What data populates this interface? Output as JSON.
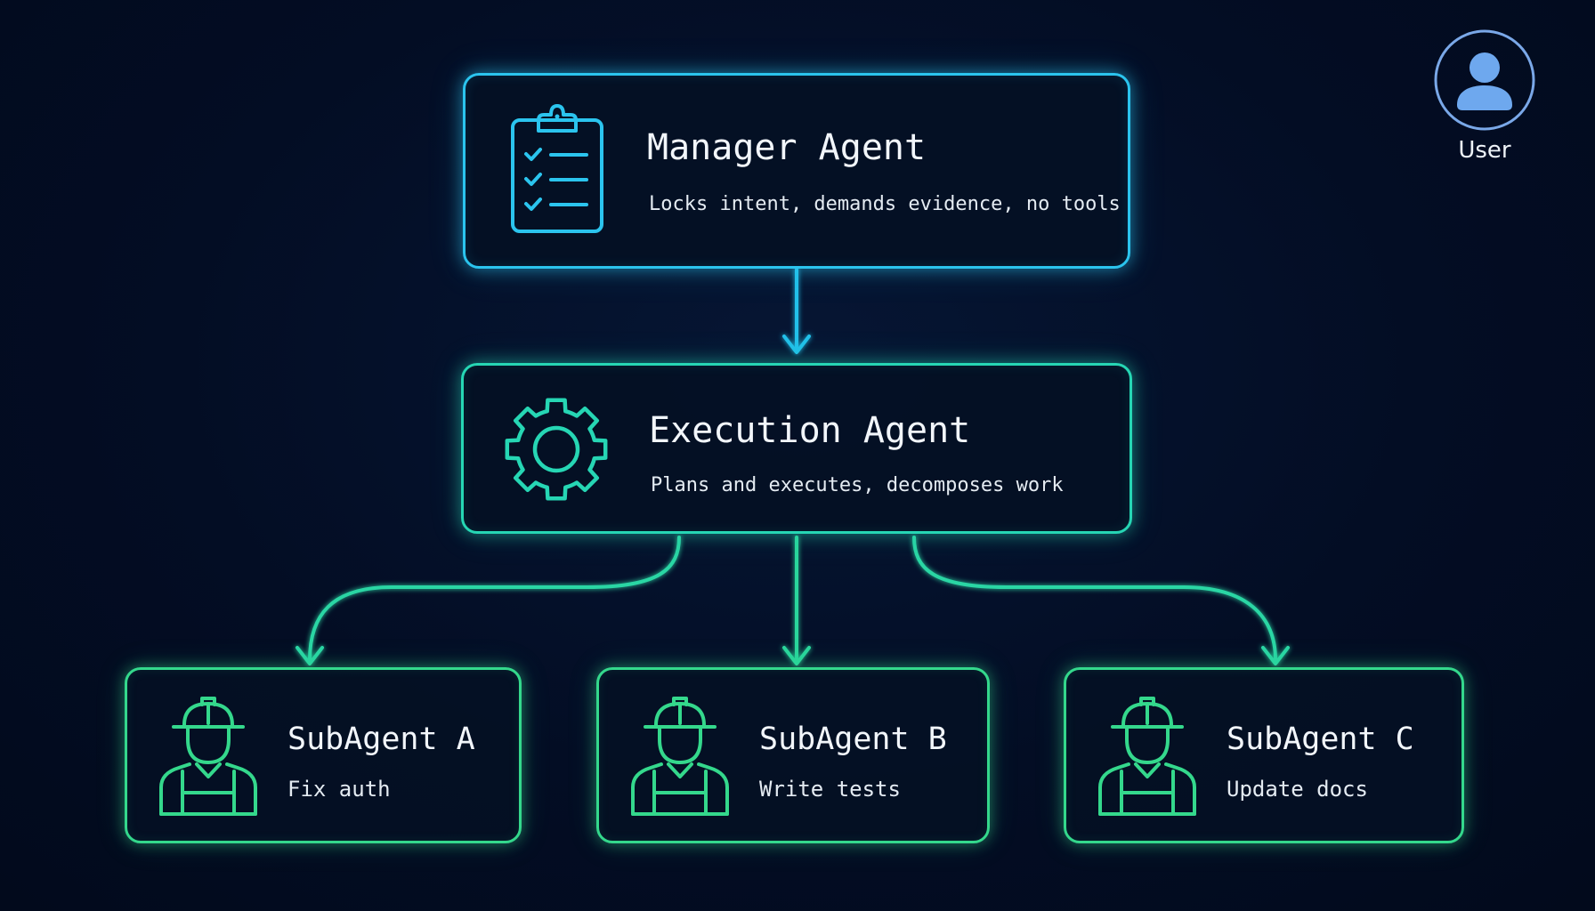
{
  "colors": {
    "background": "#030d24",
    "manager_accent": "#2bc4ee",
    "execution_accent": "#26d6b4",
    "subagent_accent": "#34d88c",
    "user_accent": "#6ea8ee"
  },
  "user": {
    "label": "User",
    "icon": "user-avatar-icon"
  },
  "manager": {
    "title": "Manager Agent",
    "description": "Locks intent, demands evidence, no tools",
    "icon": "clipboard-checklist-icon"
  },
  "execution": {
    "title": "Execution Agent",
    "description": "Plans and executes, decomposes work",
    "icon": "gear-icon"
  },
  "subagents": [
    {
      "title": "SubAgent A",
      "description": "Fix auth",
      "icon": "worker-hardhat-icon"
    },
    {
      "title": "SubAgent B",
      "description": "Write tests",
      "icon": "worker-hardhat-icon"
    },
    {
      "title": "SubAgent C",
      "description": "Update docs",
      "icon": "worker-hardhat-icon"
    }
  ],
  "edges": [
    {
      "from": "Manager Agent",
      "to": "Execution Agent"
    },
    {
      "from": "Execution Agent",
      "to": "SubAgent A"
    },
    {
      "from": "Execution Agent",
      "to": "SubAgent B"
    },
    {
      "from": "Execution Agent",
      "to": "SubAgent C"
    }
  ]
}
